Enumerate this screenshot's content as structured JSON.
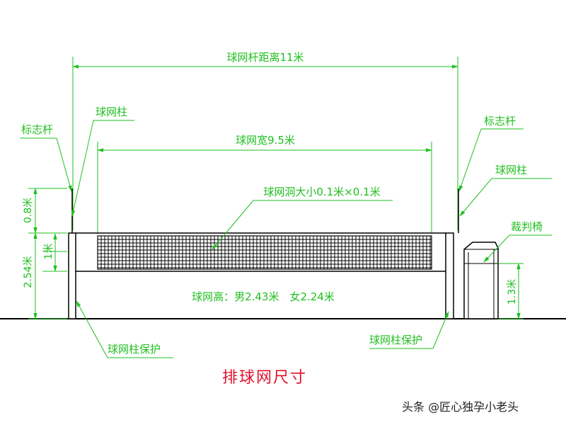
{
  "diagram": {
    "title": "排球网尺寸",
    "post_distance_label": "球网杆距离11米",
    "net_width_label": "球网宽9.5米",
    "mesh_label": "球网洞大小0.1米×0.1米",
    "height_label": "球网高：男2.43米　女2.24米",
    "left_marker_pole": "标志杆",
    "left_net_post": "球网柱",
    "right_marker_pole": "标志杆",
    "right_net_post": "球网柱",
    "referee_chair": "裁判椅",
    "left_post_protector": "球网柱保护",
    "right_post_protector": "球网柱保护",
    "dim_marker_height": "0.8米",
    "dim_net_height": "1米",
    "dim_post_height": "2.54米",
    "dim_chair_height": "1.3米"
  },
  "watermark": {
    "text": "头条 @匠心独孕小老头"
  },
  "colors": {
    "dimension": "#1fbf1f",
    "outline": "#000000",
    "title": "#e0122b"
  }
}
